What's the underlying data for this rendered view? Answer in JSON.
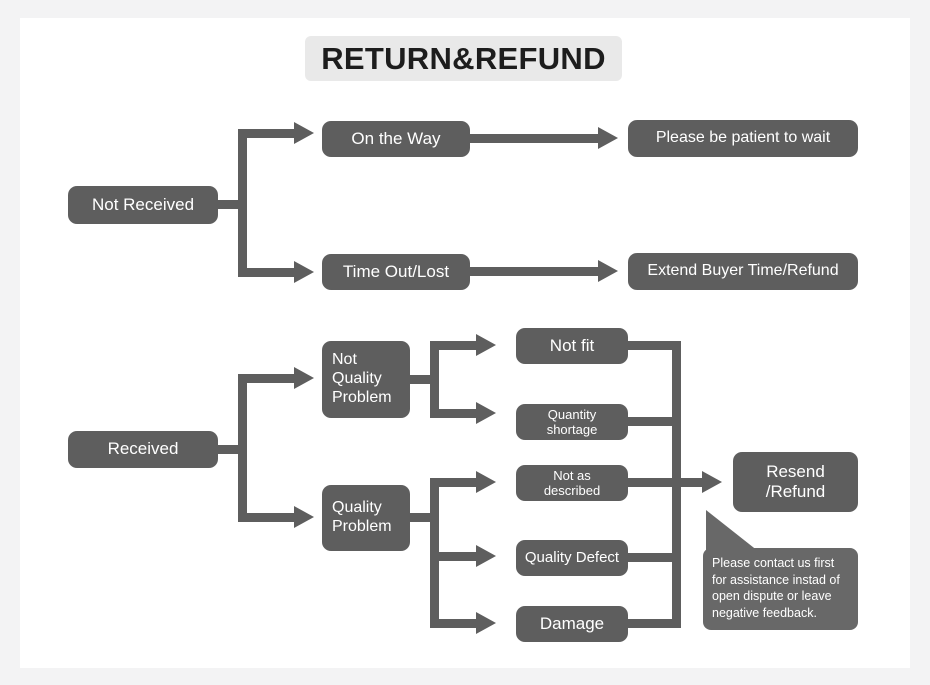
{
  "title": "RETURN&REFUND",
  "theme": {
    "page_background": "#f3f3f4",
    "card_background": "#ffffff",
    "node_fill": "#5e5e5e",
    "node_text": "#ffffff",
    "title_pill_fill": "#e9e9e9",
    "title_text": "#1d1d1d",
    "tooltip_fill": "#686868"
  },
  "flow": {
    "branch_not_received": {
      "root": "Not Received",
      "steps": [
        {
          "condition": "On the Way",
          "outcome": "Please be patient to wait"
        },
        {
          "condition": "Time Out/Lost",
          "outcome": "Extend Buyer Time/Refund"
        }
      ]
    },
    "branch_received": {
      "root": "Received",
      "categories": [
        {
          "label": "Not Quality Problem",
          "reasons": [
            "Not fit",
            "Quantity shortage"
          ]
        },
        {
          "label": "Quality Problem",
          "reasons": [
            "Not as described",
            "Quality Defect",
            "Damage"
          ]
        }
      ],
      "reasons_all": [
        "Not fit",
        "Quantity shortage",
        "Not as described",
        "Quality Defect",
        "Damage"
      ],
      "outcome": "Resend\n/Refund",
      "outcome_line1": "Resend",
      "outcome_line2": "/Refund"
    }
  },
  "tooltip": {
    "text": "Please contact us first for assistance instad of open dispute or leave negative feedback."
  }
}
